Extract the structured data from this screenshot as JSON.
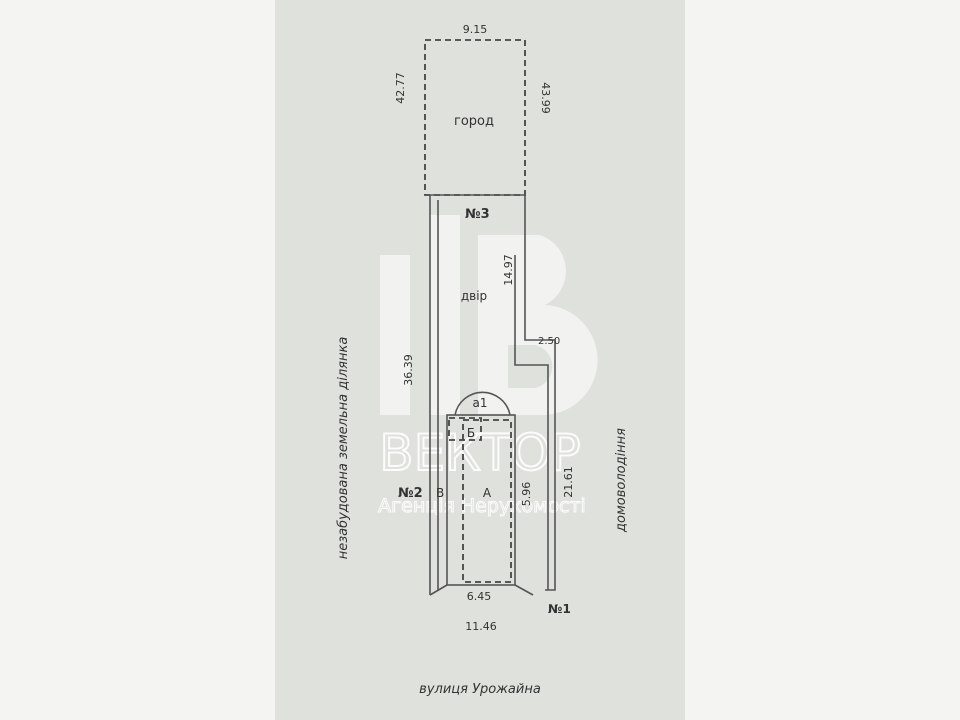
{
  "plan": {
    "garden_width": "9.15",
    "garden_left_len": "42.77",
    "garden_right_len": "43.99",
    "garden_label": "город",
    "point_3": "№3",
    "yard_label": "двір",
    "yard_right_len": "14.97",
    "step_width": "2.50",
    "left_len": "36.39",
    "label_a1": "а1",
    "label_b": "Б",
    "point_2": "№2",
    "label_v": "В",
    "label_a": "А",
    "building_len": "5.96",
    "right_len": "21.61",
    "front_inner": "6.45",
    "point_1": "№1",
    "front_total": "11.46"
  },
  "surroundings": {
    "left": "незабудована земельна ділянка",
    "right": "домоволодіння",
    "street": "вулиця Урожайна"
  },
  "watermark": {
    "brand": "ВЕКТОР",
    "tagline": "Агенція Нерухомості"
  }
}
